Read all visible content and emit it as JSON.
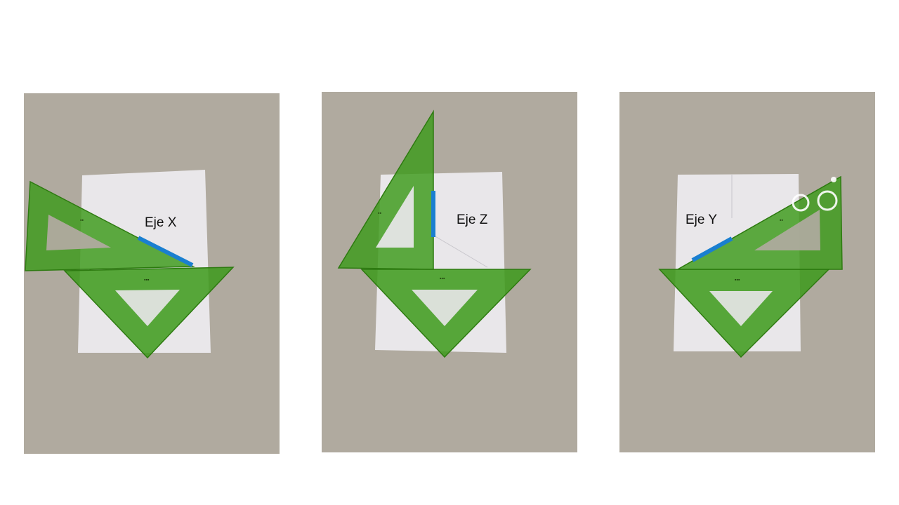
{
  "slide": {
    "background_color": "#ffffff",
    "panels": [
      {
        "id": "x",
        "label": "Eje X",
        "axis_color": "#1a7fd0"
      },
      {
        "id": "z",
        "label": "Eje Z",
        "axis_color": "#1a7fd0"
      },
      {
        "id": "y",
        "label": "Eje Y",
        "axis_color": "#1a7fd0"
      }
    ],
    "colors": {
      "backdrop": "#b0aa9f",
      "paper": "#e9e7ea",
      "set_square": "#3c9a1a",
      "set_square_edge": "#2d7a10"
    }
  }
}
